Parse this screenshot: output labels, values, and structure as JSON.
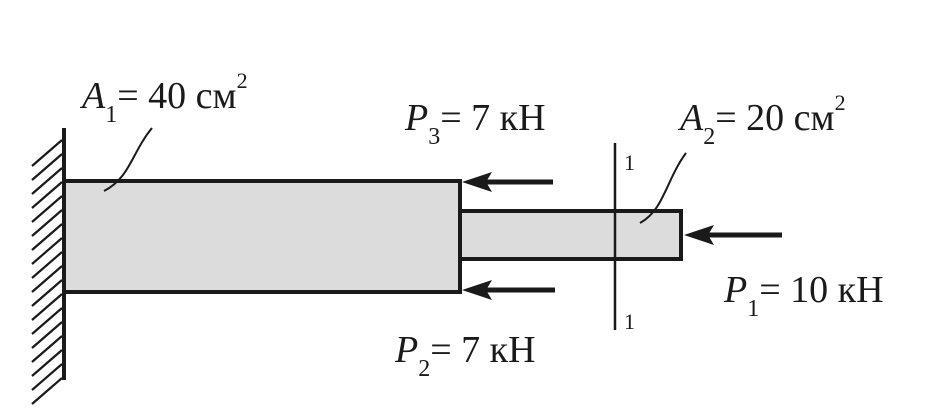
{
  "colors": {
    "ink": "#1a1a1a",
    "bar_fill": "#dcdcdc"
  },
  "labels": {
    "a1": {
      "symbol": "A",
      "sub": "1",
      "text": "= 40 см",
      "sup": "2"
    },
    "a2": {
      "symbol": "A",
      "sub": "2",
      "text": "= 20 см",
      "sup": "2"
    },
    "p1": {
      "symbol": "P",
      "sub": "1",
      "text": "= 10 кН"
    },
    "p2": {
      "symbol": "P",
      "sub": "2",
      "text": "= 7 кН"
    },
    "p3": {
      "symbol": "P",
      "sub": "3",
      "text": "= 7 кН"
    },
    "section_top": "1",
    "section_bottom": "1"
  }
}
